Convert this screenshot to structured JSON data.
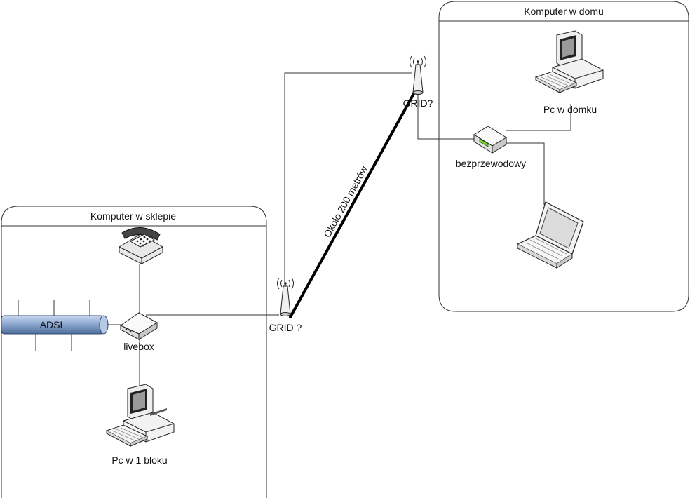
{
  "groups": {
    "shop": {
      "title": "Komputer w sklepie"
    },
    "home": {
      "title": "Komputer w domu"
    }
  },
  "devices": {
    "adsl": "ADSL",
    "livebox": "livebox",
    "pc_shop": "Pc w 1 bloku",
    "grid_shop": "GRID ?",
    "grid_home": "GRID?",
    "wireless": "bezprzewodowy",
    "pc_home": "Pc w domku"
  },
  "links": {
    "distance": "Około 200 metrów"
  },
  "icons": {
    "telephone": "telephone-icon",
    "modem": "modem-icon",
    "antenna": "antenna-icon",
    "router": "wireless-router-icon",
    "desktop": "desktop-computer-icon",
    "laptop": "laptop-icon"
  },
  "colors": {
    "adsl_pipe": "#8ea9d0",
    "router_accent": "#7fd03a"
  }
}
